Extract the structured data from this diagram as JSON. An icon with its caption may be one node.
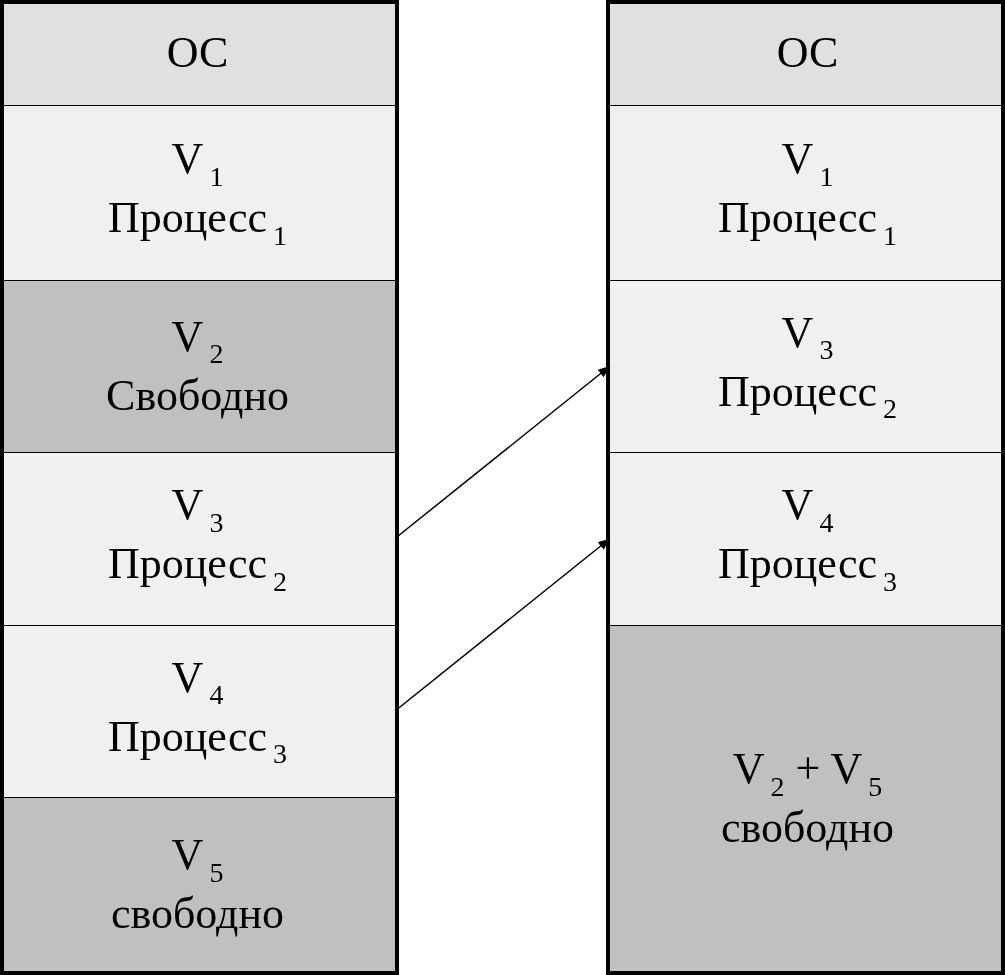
{
  "diagram": {
    "nodes": [
      {
        "text": [
          "ОС"
        ]
      },
      {
        "text": [
          "V$_{1}$",
          "Процесс$_{1}$"
        ]
      },
      {
        "text": [
          "V$_{2}$",
          "Свободно"
        ]
      },
      {
        "text": [
          "V$_{3}$",
          "Процесс$_{2}$"
        ]
      },
      {
        "text": [
          "V$_{4}$",
          "Процесс$_{3}$"
        ]
      },
      {
        "text": [
          "V$_{5}$",
          "свободно"
        ]
      },
      {
        "text": [
          "ОС"
        ]
      },
      {
        "text": [
          "V$_{1}$",
          "Процесс$_{1}$"
        ]
      },
      {
        "text": [
          "V$_{3}$",
          "Процесс$_{2}$"
        ]
      },
      {
        "text": [
          "V$_{4}$",
          "Процесс$_{3}$"
        ]
      },
      {
        "text": [
          "V$_{2}$ + V$_{5}$",
          "свободно"
        ]
      }
    ],
    "edges": [
      {
        "from": 3,
        "to": 8,
        "arrow": "to"
      },
      {
        "from": 4,
        "to": 9,
        "arrow": "to"
      }
    ]
  }
}
